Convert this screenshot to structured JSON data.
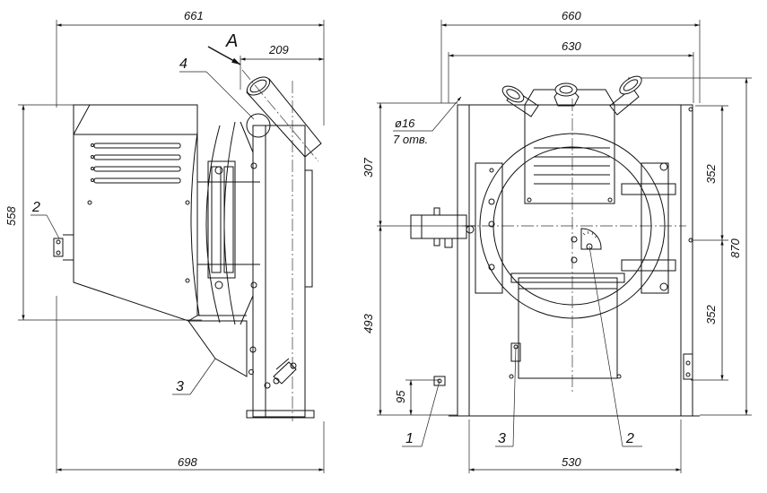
{
  "left_view": {
    "dim_width_top": "661",
    "dim_width_bottom": "698",
    "dim_height": "558",
    "dim_pipe": "209",
    "view_letter": "A",
    "callouts": [
      "4",
      "2",
      "3"
    ]
  },
  "right_view": {
    "dim_width_top": "660",
    "dim_width_mid": "630",
    "dim_width_bottom": "530",
    "dim_upper": "307",
    "dim_lower": "493",
    "dim_base": "95",
    "dim_right_upper": "352",
    "dim_right_lower": "352",
    "dim_total": "870",
    "hole_diameter": "ø16",
    "hole_count": "7 отв.",
    "callouts": [
      "1",
      "3",
      "2"
    ]
  }
}
